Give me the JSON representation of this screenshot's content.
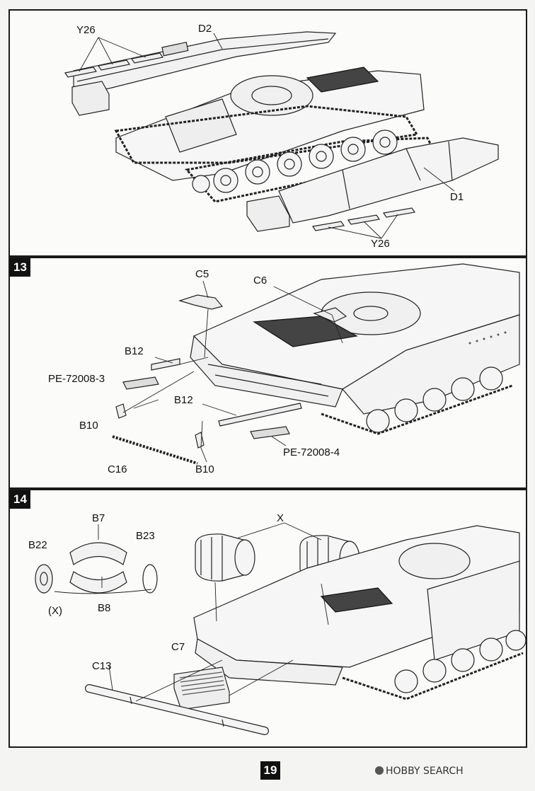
{
  "site_logo": "",
  "steps": [
    {
      "number": "",
      "labels": {
        "y26_top": "Y26",
        "d2": "D2",
        "d1": "D1",
        "y26_bottom": "Y26"
      }
    },
    {
      "number": "13",
      "labels": {
        "c5": "C5",
        "c6": "C6",
        "b12_top": "B12",
        "pe3": "PE-72008-3",
        "b10_left": "B10",
        "b12_mid": "B12",
        "pe4": "PE-72008-4",
        "c16": "C16",
        "b10_right": "B10"
      }
    },
    {
      "number": "14",
      "labels": {
        "b7": "B7",
        "b22": "B22",
        "b23": "B23",
        "x_note": "(X)",
        "b8": "B8",
        "x": "X",
        "c7": "C7",
        "c13": "C13"
      }
    }
  ],
  "page_number": "19",
  "watermark": "HOBBY SEARCH"
}
